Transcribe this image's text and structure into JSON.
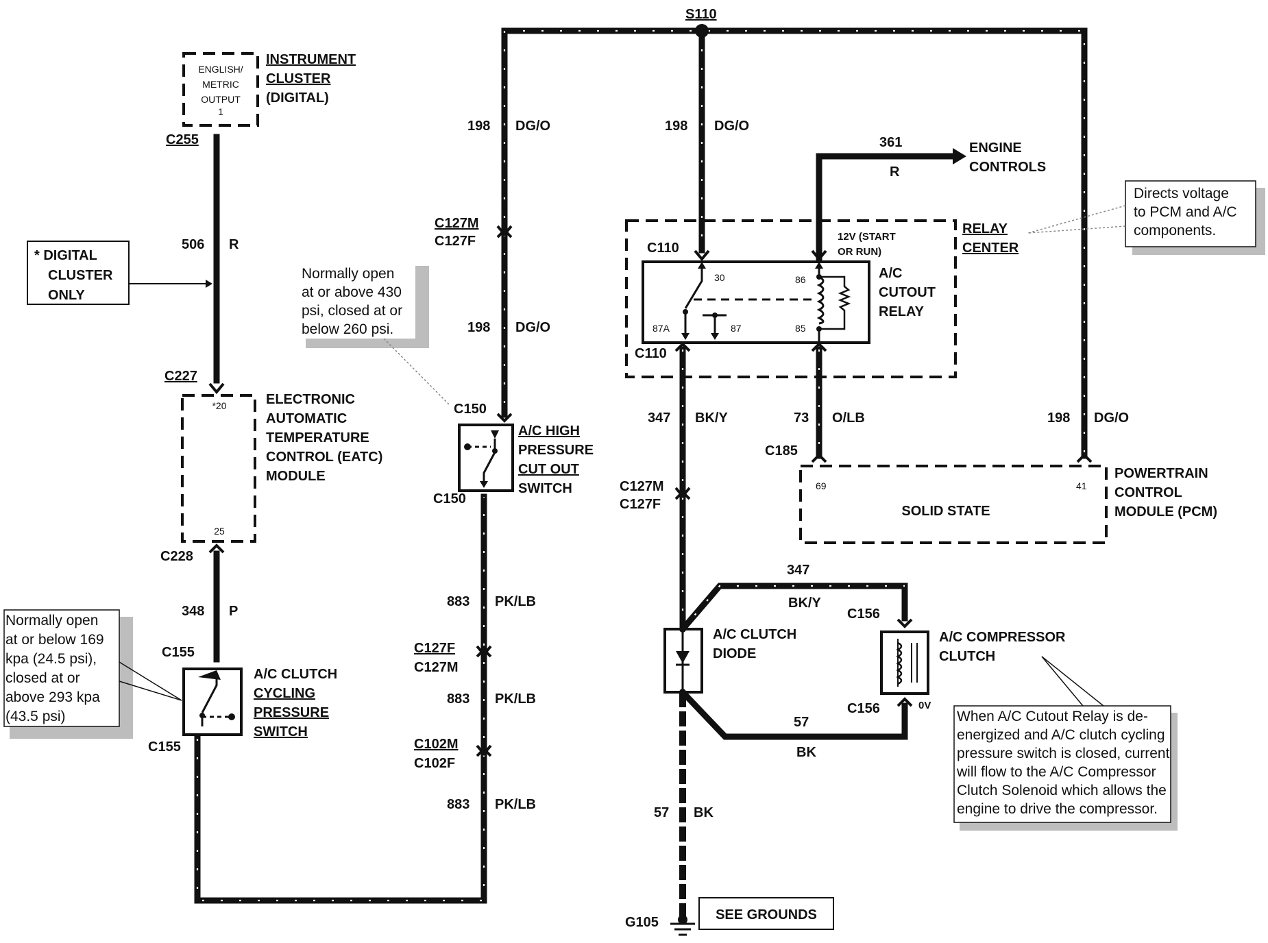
{
  "top_splice": "S110",
  "instrument_cluster": {
    "title_lines": [
      "INSTRUMENT",
      "CLUSTER",
      "(DIGITAL)"
    ],
    "inner_lines": [
      "ENGLISH/",
      "METRIC",
      "OUTPUT",
      "1"
    ],
    "connector": "C255"
  },
  "digital_cluster_note": {
    "lines": [
      "* DIGITAL",
      "CLUSTER",
      "ONLY"
    ]
  },
  "eatc": {
    "title_lines": [
      "ELECTRONIC",
      "AUTOMATIC",
      "TEMPERATURE",
      "CONTROL (EATC)",
      "MODULE"
    ],
    "pin_top": "*20",
    "pin_bottom": "25",
    "connector_top": "C227",
    "connector_bottom": "C228"
  },
  "cycling_switch": {
    "title_lines": [
      "A/C CLUTCH",
      "CYCLING",
      "PRESSURE",
      "SWITCH"
    ],
    "connector_top": "C155",
    "connector_bottom": "C155"
  },
  "cycling_note": {
    "lines": [
      "Normally open",
      "at or below 169",
      "kpa (24.5 psi),",
      "closed at or",
      "above 293 kpa",
      "(43.5 psi)"
    ]
  },
  "high_pressure_switch": {
    "title_lines": [
      "A/C HIGH",
      "PRESSURE",
      "CUT OUT",
      "SWITCH"
    ],
    "connector_top": "C150",
    "connector_bottom": "C150"
  },
  "high_pressure_note": {
    "lines": [
      "Normally open",
      "at or above 430",
      "psi, closed at or",
      "below 260 psi."
    ]
  },
  "relay_center": {
    "title_lines": [
      "RELAY",
      "CENTER"
    ],
    "connector_top": "C110",
    "connector_bottom": "C110",
    "supply_label_lines": [
      "12V (START",
      "OR RUN)"
    ]
  },
  "relay": {
    "title_lines": [
      "A/C",
      "CUTOUT",
      "RELAY"
    ],
    "pins": [
      "30",
      "86",
      "87A",
      "87",
      "85"
    ]
  },
  "engine_controls": {
    "lines": [
      "ENGINE",
      "CONTROLS"
    ]
  },
  "relay_center_note": {
    "lines": [
      "Directs voltage",
      "to PCM and A/C",
      "components."
    ]
  },
  "pcm": {
    "title_lines": [
      "POWERTRAIN",
      "CONTROL",
      "MODULE (PCM)"
    ],
    "inner": "SOLID STATE",
    "pin_left": "69",
    "pin_right": "41",
    "connector": "C185"
  },
  "clutch_diode": {
    "title_lines": [
      "A/C CLUTCH",
      "DIODE"
    ]
  },
  "compressor_clutch": {
    "title_lines": [
      "A/C COMPRESSOR",
      "CLUTCH"
    ],
    "connector_top": "C156",
    "connector_bottom": "C156",
    "voltage": "0V"
  },
  "compressor_note": {
    "lines": [
      "When A/C Cutout Relay is de-",
      "energized and A/C clutch cycling",
      "pressure switch is closed, current",
      "will flow to the A/C Compressor",
      "Clutch Solenoid which allows the",
      "engine to drive the compressor."
    ]
  },
  "ground": {
    "label": "G105",
    "see": "SEE GROUNDS"
  },
  "wires": {
    "w198_left": {
      "circuit": "198",
      "color": "DG/O"
    },
    "w198_left2": {
      "circuit": "198",
      "color": "DG/O"
    },
    "w198_mid": {
      "circuit": "198",
      "color": "DG/O"
    },
    "w198_right": {
      "circuit": "198",
      "color": "DG/O"
    },
    "w361": {
      "circuit": "361",
      "color": "R"
    },
    "w506": {
      "circuit": "506",
      "color": "R"
    },
    "w348": {
      "circuit": "348",
      "color": "P"
    },
    "w347": {
      "circuit": "347",
      "color": "BK/Y"
    },
    "w347b": {
      "circuit": "347",
      "color": "BK/Y"
    },
    "w73": {
      "circuit": "73",
      "color": "O/LB"
    },
    "w883a": {
      "circuit": "883",
      "color": "PK/LB"
    },
    "w883b": {
      "circuit": "883",
      "color": "PK/LB"
    },
    "w883c": {
      "circuit": "883",
      "color": "PK/LB"
    },
    "w57a": {
      "circuit": "57",
      "color": "BK"
    },
    "w57b": {
      "circuit": "57",
      "color": "BK"
    }
  },
  "inline_connectors": {
    "c127_left": [
      "C127M",
      "C127F"
    ],
    "c127_mid": [
      "C127M",
      "C127F"
    ],
    "c127_low": [
      "C127F",
      "C127M"
    ],
    "c102": [
      "C102M",
      "C102F"
    ]
  }
}
